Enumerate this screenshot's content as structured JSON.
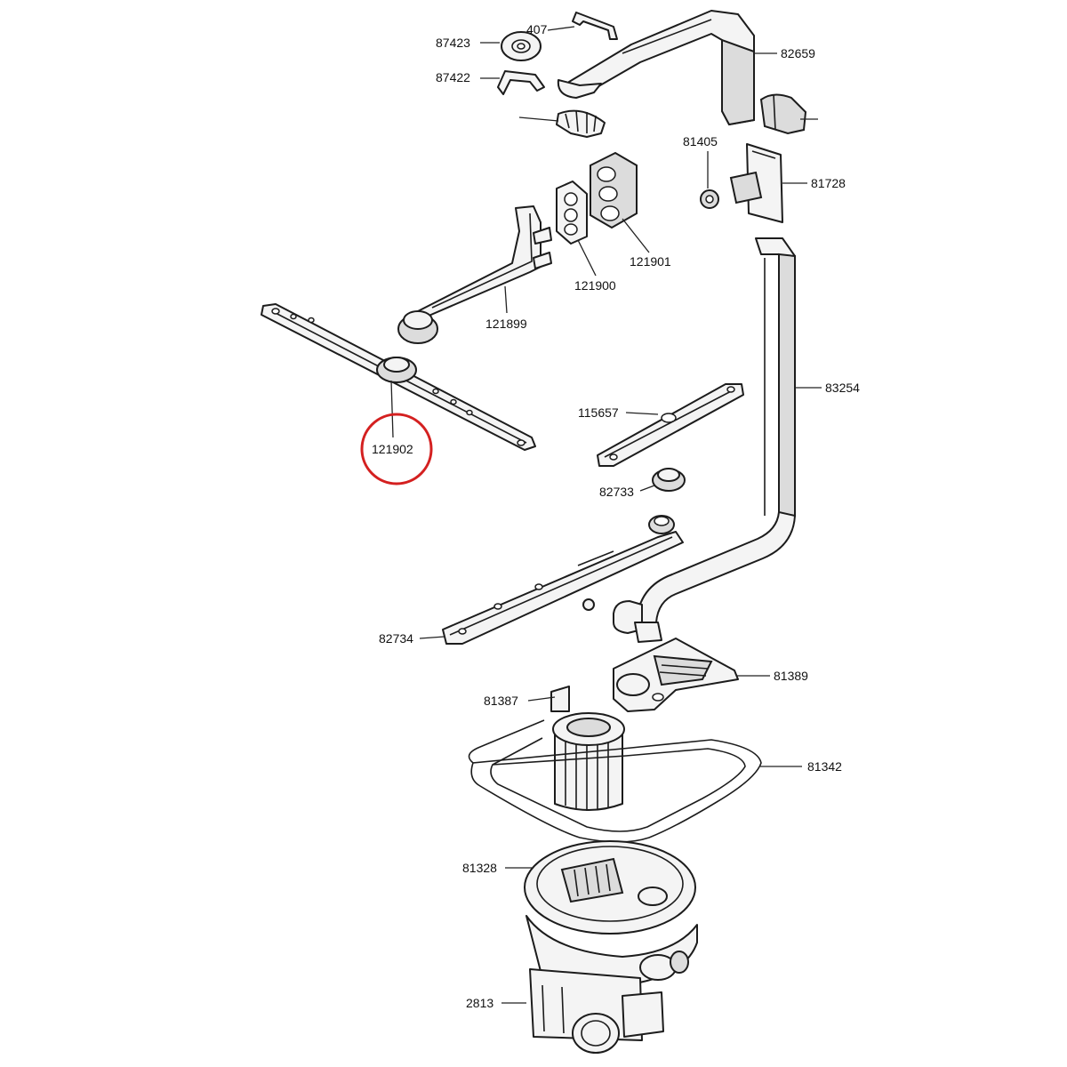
{
  "highlight_color": "#d42020",
  "highlighted_part": "121902",
  "parts": [
    {
      "id": "407",
      "label": "407"
    },
    {
      "id": "87423",
      "label": "87423"
    },
    {
      "id": "87422",
      "label": "87422"
    },
    {
      "id": "82659",
      "label": "82659"
    },
    {
      "id": "81405",
      "label": "81405"
    },
    {
      "id": "81728",
      "label": "81728"
    },
    {
      "id": "121901",
      "label": "121901"
    },
    {
      "id": "121900",
      "label": "121900"
    },
    {
      "id": "121899",
      "label": "121899"
    },
    {
      "id": "121902",
      "label": "121902"
    },
    {
      "id": "83254",
      "label": "83254"
    },
    {
      "id": "115657",
      "label": "115657"
    },
    {
      "id": "82733",
      "label": "82733"
    },
    {
      "id": "82734",
      "label": "82734"
    },
    {
      "id": "81389",
      "label": "81389"
    },
    {
      "id": "81387",
      "label": "81387"
    },
    {
      "id": "81342",
      "label": "81342"
    },
    {
      "id": "81328",
      "label": "81328"
    },
    {
      "id": "2813",
      "label": "2813"
    }
  ]
}
